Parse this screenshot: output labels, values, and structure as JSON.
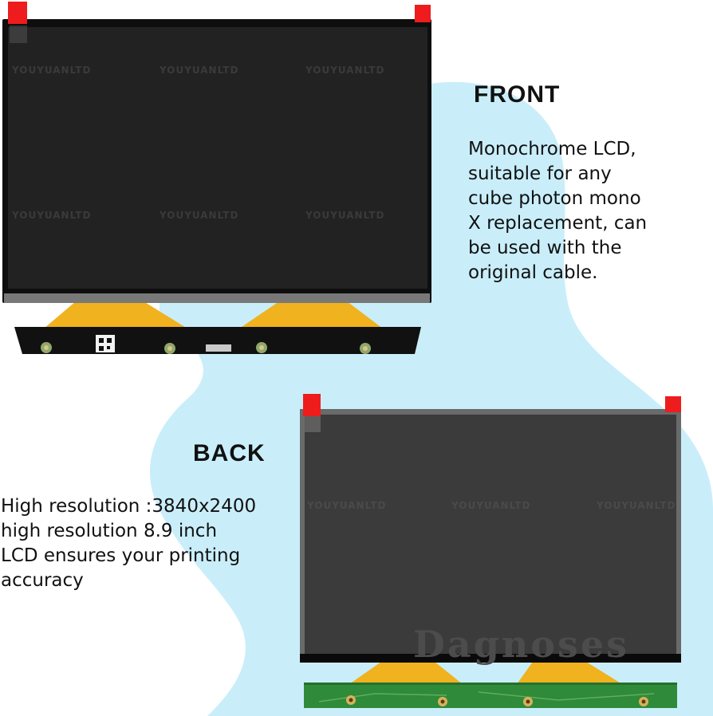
{
  "front": {
    "heading": "FRONT",
    "description": "Monochrome LCD,\nsuitable for any\ncube photon mono\nX replacement, can\nbe used with the\noriginal cable."
  },
  "back": {
    "heading": "BACK",
    "description": "High resolution :3840x2400\nhigh resolution 8.9 inch\nLCD ensures your printing\naccuracy"
  },
  "watermark": "YOUYUANLTD",
  "stamp_watermark": "Dagnoses",
  "colors": {
    "accent_blob": "#c9eefa",
    "screen": "#1f1f1f",
    "back_screen": "#3b3b3b",
    "flex_cable": "#f0b21e",
    "pcb_green": "#2f8a3a",
    "protective_tab": "#ee1c1c"
  }
}
